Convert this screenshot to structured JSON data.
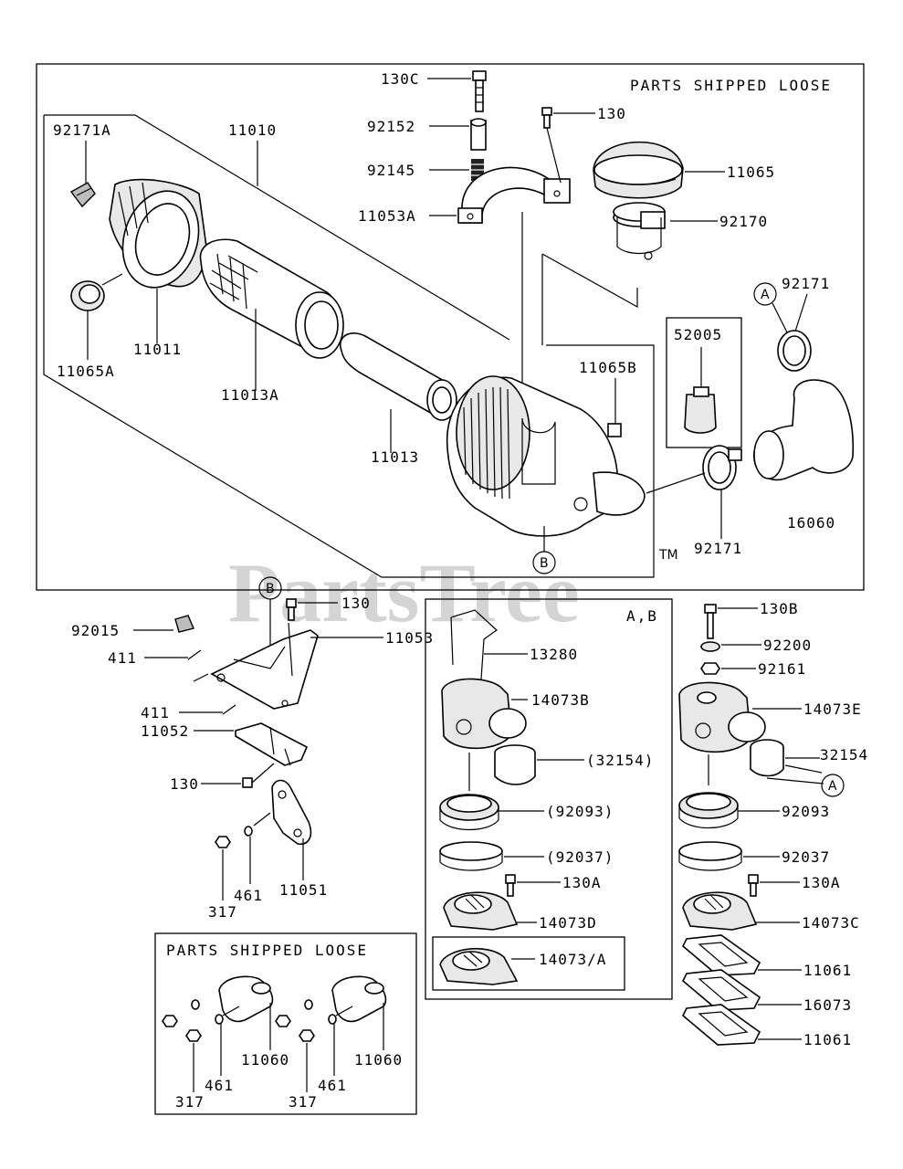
{
  "watermark": {
    "text": "PartsTree",
    "tm": "TM"
  },
  "boxes": {
    "main_header": "PARTS SHIPPED LOOSE",
    "loose_header": "PARTS SHIPPED LOOSE",
    "ab_header": "A,B"
  },
  "circles": {
    "a": "A",
    "b": "B"
  },
  "labels": {
    "p130c": "130C",
    "p130_top": "130",
    "p92152": "92152",
    "p92145": "92145",
    "p11053a": "11053A",
    "p11065": "11065",
    "p92170": "92170",
    "p92171a": "92171A",
    "p11010": "11010",
    "p11065a": "11065A",
    "p11011": "11011",
    "p11013a": "11013A",
    "p11013": "11013",
    "p11065b": "11065B",
    "p52005": "52005",
    "p92171_top": "92171",
    "p92171_bot": "92171",
    "p16060": "16060",
    "p92015": "92015",
    "p411_a": "411",
    "p411_b": "411",
    "p11052": "11052",
    "p130_mid": "130",
    "p11053": "11053",
    "p130_low": "130",
    "p461": "461",
    "p317": "317",
    "p11051": "11051",
    "p13280": "13280",
    "p14073b": "14073B",
    "p32154_paren": "(32154)",
    "p92093_paren": "(92093)",
    "p92037_paren": "(92037)",
    "p130a_mid": "130A",
    "p14073d": "14073D",
    "p14073a": "14073/A",
    "p130b": "130B",
    "p92200": "92200",
    "p92161": "92161",
    "p14073e": "14073E",
    "p32154": "32154",
    "p92093": "92093",
    "p92037": "92037",
    "p130a_right": "130A",
    "p14073c": "14073C",
    "p11061_a": "11061",
    "p16073": "16073",
    "p11061_b": "11061",
    "p11060_a": "11060",
    "p11060_b": "11060",
    "p461_a": "461",
    "p461_b": "461",
    "p317_a": "317",
    "p317_b": "317"
  }
}
